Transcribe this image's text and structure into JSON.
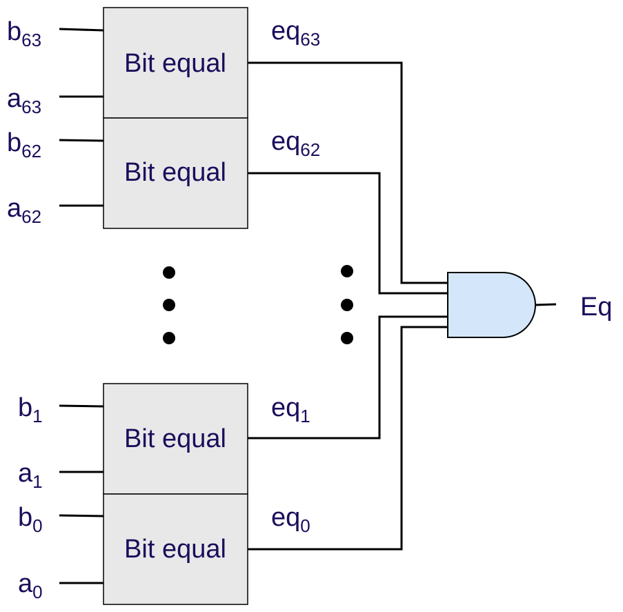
{
  "colors": {
    "text": "#1a0e5c",
    "box_fill": "#e8e8e8",
    "gate_fill": "#d4e6f9",
    "wire": "#000000"
  },
  "blocks": [
    {
      "label": "Bit equal",
      "input_b": {
        "base": "b",
        "sub": "63"
      },
      "input_a": {
        "base": "a",
        "sub": "63"
      },
      "output": {
        "base": "eq",
        "sub": "63"
      }
    },
    {
      "label": "Bit equal",
      "input_b": {
        "base": "b",
        "sub": "62"
      },
      "input_a": {
        "base": "a",
        "sub": "62"
      },
      "output": {
        "base": "eq",
        "sub": "62"
      }
    },
    {
      "label": "Bit equal",
      "input_b": {
        "base": "b",
        "sub": "1"
      },
      "input_a": {
        "base": "a",
        "sub": "1"
      },
      "output": {
        "base": "eq",
        "sub": "1"
      }
    },
    {
      "label": "Bit equal",
      "input_b": {
        "base": "b",
        "sub": "0"
      },
      "input_a": {
        "base": "a",
        "sub": "0"
      },
      "output": {
        "base": "eq",
        "sub": "0"
      }
    }
  ],
  "gate": {
    "type": "AND",
    "output_label": "Eq"
  }
}
